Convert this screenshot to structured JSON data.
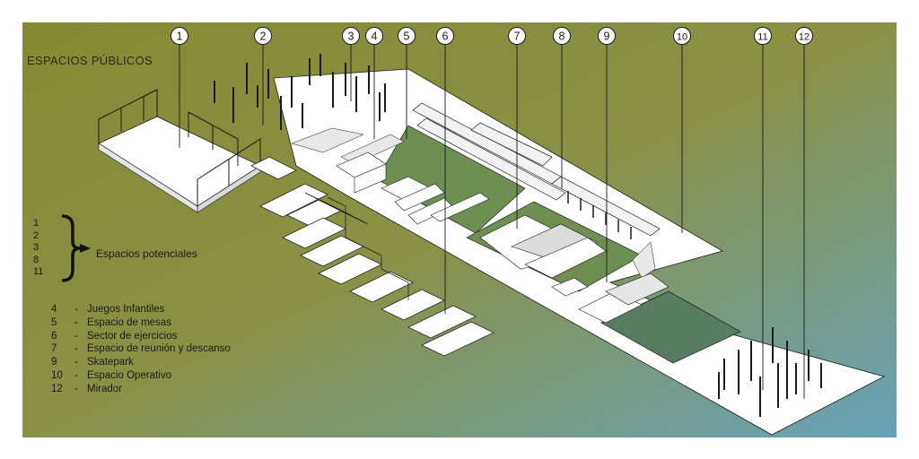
{
  "title": "ESPACIOS PÚBLICOS",
  "callouts": [
    "1",
    "2",
    "3",
    "4",
    "5",
    "6",
    "7",
    "8",
    "9",
    "10",
    "11",
    "12"
  ],
  "potential": {
    "numbers": [
      "1",
      "2",
      "3",
      "8",
      "11"
    ],
    "label": "Espacios potenciales"
  },
  "legend": [
    {
      "num": "4",
      "label": "Juegos Infantiles"
    },
    {
      "num": "5",
      "label": "Espacio de mesas"
    },
    {
      "num": "6",
      "label": "Sector de ejercicios"
    },
    {
      "num": "7",
      "label": "Espacio de reunión y descanso"
    },
    {
      "num": "9",
      "label": "Skatepark"
    },
    {
      "num": "10",
      "label": "Espacio Operativo"
    },
    {
      "num": "12",
      "label": "Mirador"
    }
  ],
  "colors": {
    "olive": "#8a8a3a",
    "teal": "#6aa0b4",
    "green_fill": "#6f8f5a",
    "platform": "#ffffff",
    "line": "#1a1a1a"
  }
}
